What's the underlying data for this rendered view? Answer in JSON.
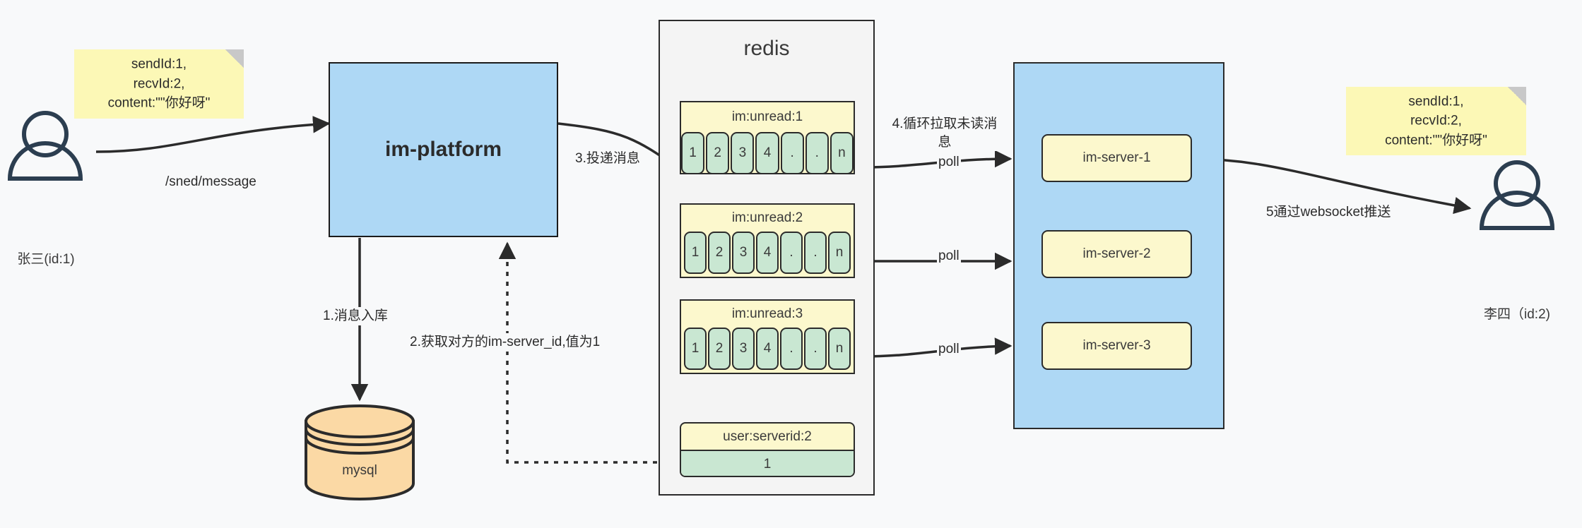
{
  "diagram": {
    "title": "IM message delivery architecture",
    "colors": {
      "note_yellow": "#fcf8b6",
      "block_yellow": "#fcf8cd",
      "cell_green": "#c9e7d2",
      "blue": "#aed8f5",
      "mysql_orange": "#fbd9a5",
      "stroke": "#2b2b2b",
      "background": "#f8f9fa"
    }
  },
  "actors": {
    "sender": {
      "icon": "person-icon",
      "label": "张三(id:1)"
    },
    "receiver": {
      "icon": "person-icon",
      "label": "李四（id:2)"
    }
  },
  "notes": {
    "left": {
      "text": "sendId:1,\nrecvId:2,\ncontent:\"\"你好呀\""
    },
    "right": {
      "text": "sendId:1,\nrecvId:2,\ncontent:\"\"你好呀\""
    }
  },
  "platform": {
    "label": "im-platform"
  },
  "datastore": {
    "label": "mysql",
    "icon": "database-cylinder-icon"
  },
  "redis": {
    "title": "redis",
    "lists": [
      {
        "key": "im:unread:1",
        "cells": [
          "1",
          "2",
          "3",
          "4",
          ".",
          ".",
          "n"
        ]
      },
      {
        "key": "im:unread:2",
        "cells": [
          "1",
          "2",
          "3",
          "4",
          ".",
          ".",
          "n"
        ]
      },
      {
        "key": "im:unread:3",
        "cells": [
          "1",
          "2",
          "3",
          "4",
          ".",
          ".",
          "n"
        ]
      }
    ],
    "kv": {
      "key": "user:serverid:2",
      "value": "1"
    }
  },
  "servers": {
    "items": [
      {
        "label": "im-server-1"
      },
      {
        "label": "im-server-2"
      },
      {
        "label": "im-server-3"
      }
    ]
  },
  "edges": {
    "send_message": "/sned/message",
    "step1": "1.消息入库",
    "step2": "2.获取对方的im-server_id,值为1",
    "step3": "3.投递消息",
    "step4": "4.循环拉取未读消息",
    "poll1": "poll",
    "poll2": "poll",
    "poll3": "poll",
    "step5": "5通过websocket推送"
  }
}
